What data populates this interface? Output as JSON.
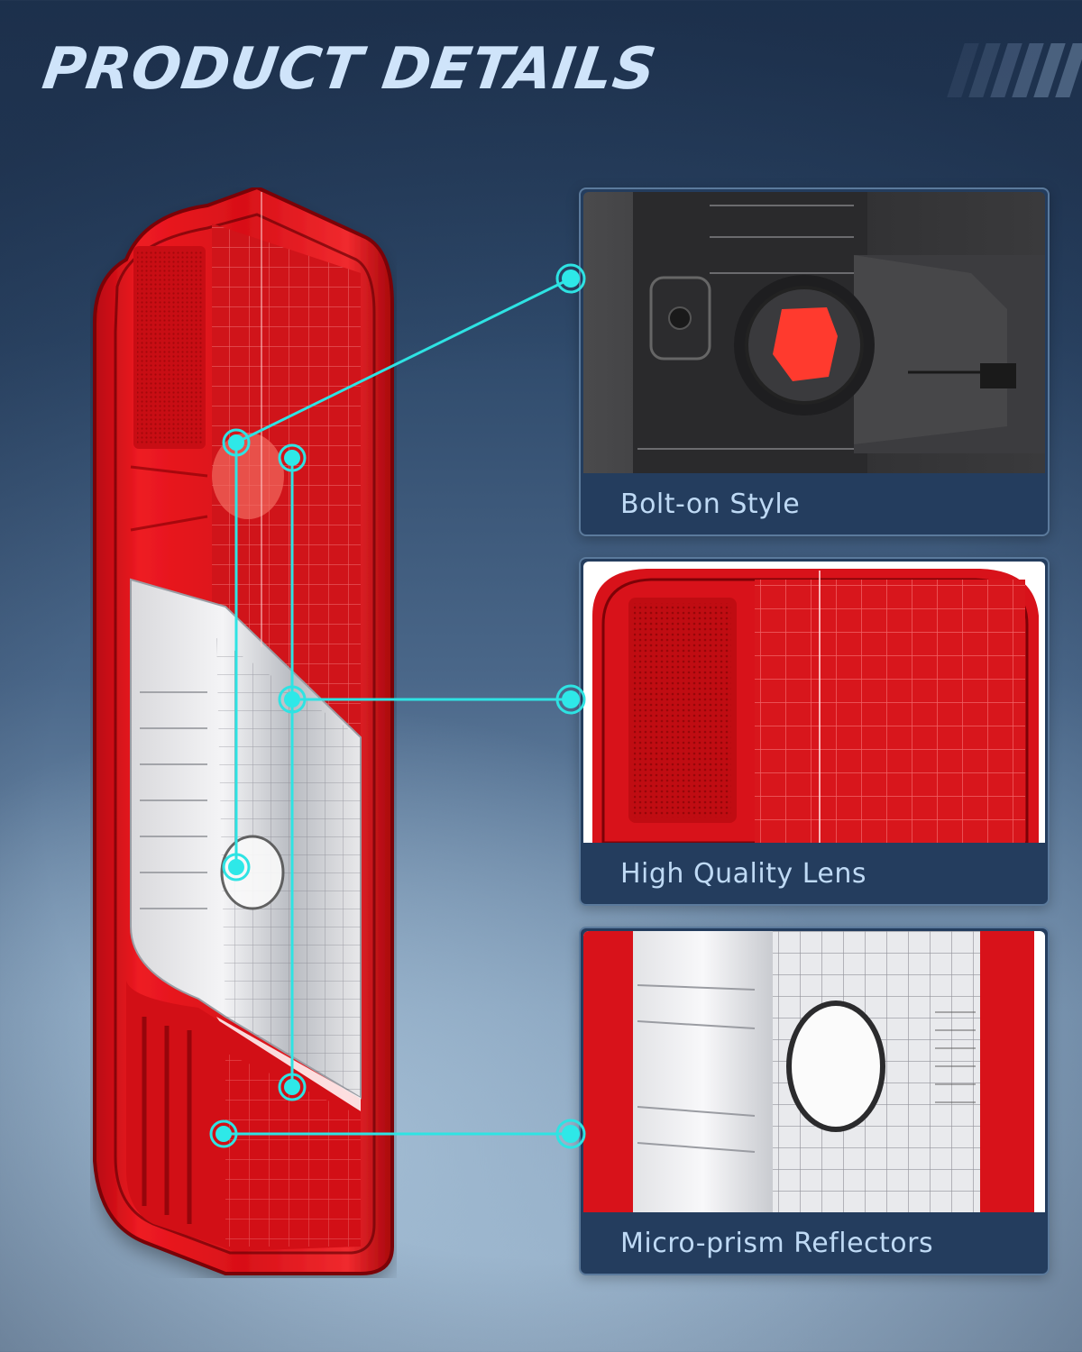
{
  "header": {
    "title": "PRODUCT DETAILS"
  },
  "colors": {
    "accent": "#2ee6e6",
    "card_bg": "#243d5e",
    "title_text": "#cfe4fa",
    "caption_text": "#bfdaf5",
    "lamp_red": "#e3141c"
  },
  "product": {
    "image_label": "tail-light-assembly"
  },
  "features": [
    {
      "label": "Bolt-on Style",
      "icon": "bolt-socket-photo"
    },
    {
      "label": "High Quality Lens",
      "icon": "red-lens-photo"
    },
    {
      "label": "Micro-prism Reflectors",
      "icon": "clear-reflector-photo"
    }
  ],
  "callouts": [
    {
      "target": "Bolt-on Style",
      "dot": [
        262,
        491
      ],
      "card_dot": [
        633,
        309
      ]
    },
    {
      "target": "High Quality Lens",
      "dot": [
        324,
        776
      ],
      "card_dot": [
        633,
        776
      ]
    },
    {
      "target": "Micro-prism Reflectors",
      "dot": [
        248,
        1258
      ],
      "card_dot": [
        633,
        1258
      ]
    }
  ]
}
